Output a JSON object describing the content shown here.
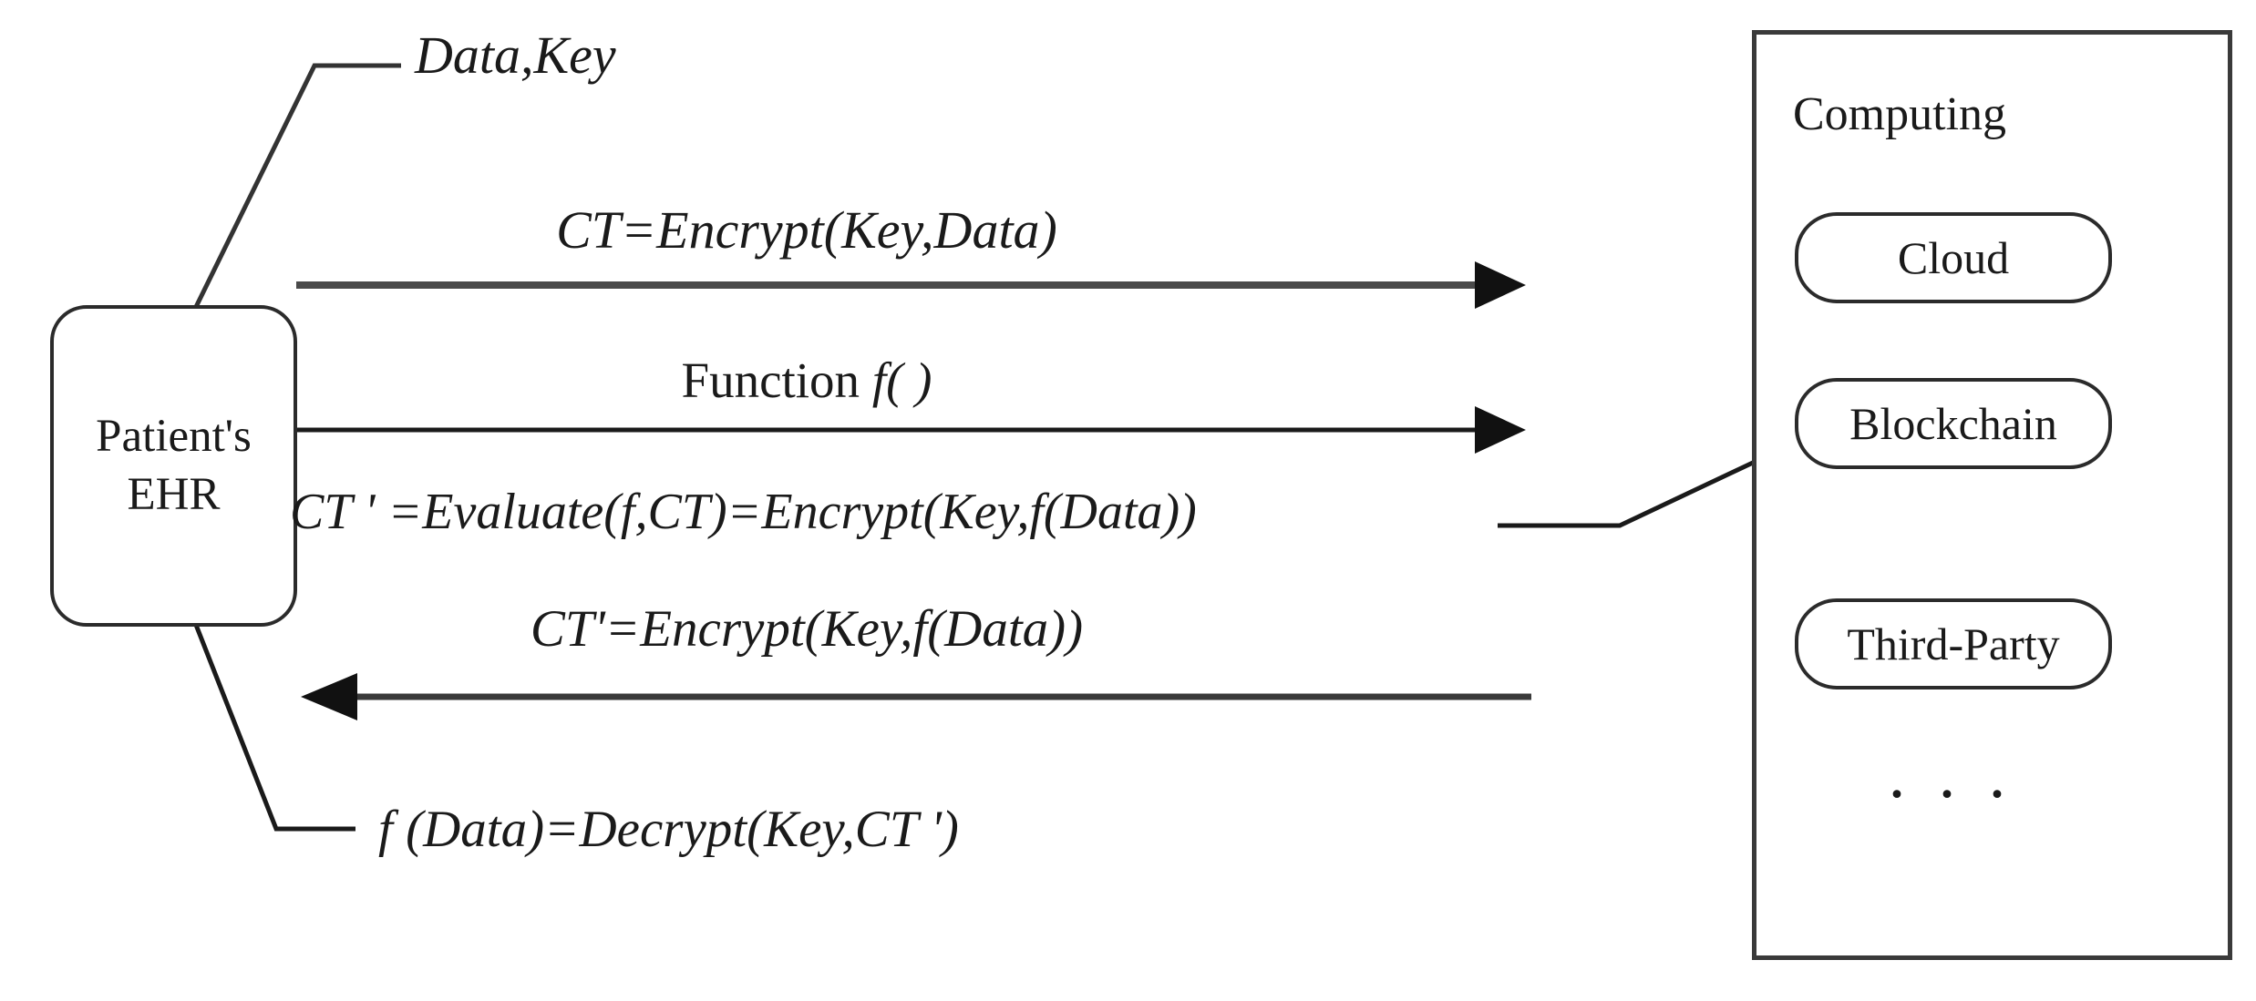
{
  "diagram": {
    "patient_box": {
      "line1": "Patient's",
      "line2": "EHR"
    },
    "labels": {
      "data_key": "Data,Key",
      "msg_encrypt": "CT=Encrypt(Key,Data)",
      "msg_function_prefix": "Function ",
      "msg_function_fn": "f( )",
      "msg_evaluate": "CT ' =Evaluate(f,CT)=Encrypt(Key,f(Data))",
      "msg_return": "CT'=Encrypt(Key,f(Data))",
      "msg_decrypt": "f (Data)=Decrypt(Key,CT ')"
    },
    "computing_box": {
      "title": "Computing",
      "nodes": [
        "Cloud",
        "Blockchain",
        "Third-Party"
      ],
      "ellipsis": ". . ."
    },
    "colors": {
      "ink": "#1a1a1a",
      "line_gray": "#4a4a4a",
      "border_gray": "#3a3a3a",
      "background": "#ffffff"
    }
  }
}
